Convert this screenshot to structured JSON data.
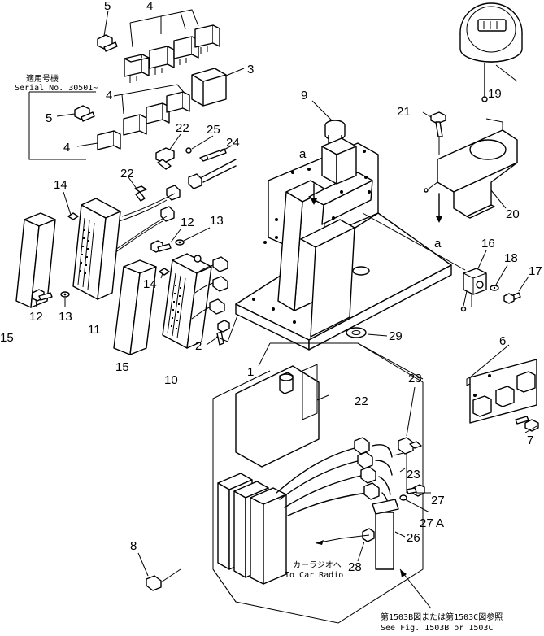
{
  "serial_note": {
    "jp": "適用号機",
    "en": "Serial No. 30501~"
  },
  "radio_note": {
    "jp": "カーラジオへ",
    "en": "To Car Radio"
  },
  "see_note": {
    "jp": "第1503B図または第1503C図参照",
    "en": "See Fig. 1503B or 1503C"
  },
  "letters": {
    "a_top": "a",
    "a_bottom": "a"
  },
  "callouts": {
    "p1": "1",
    "p2": "2",
    "p3": "3",
    "p4a": "4",
    "p4b": "4",
    "p4c": "4",
    "p5a": "5",
    "p5b": "5",
    "p6": "6",
    "p7": "7",
    "p8": "8",
    "p9": "9",
    "p10": "10",
    "p11": "11",
    "p12a": "12",
    "p12b": "12",
    "p13a": "13",
    "p13b": "13",
    "p14a": "14",
    "p14b": "14",
    "p15a": "15",
    "p15b": "15",
    "p16": "16",
    "p17": "17",
    "p18": "18",
    "p19": "19",
    "p20": "20",
    "p21": "21",
    "p22a": "22",
    "p22b": "22",
    "p22c": "22",
    "p23a": "23",
    "p23b": "23",
    "p24": "24",
    "p25": "25",
    "p26": "26",
    "p27": "27",
    "p27a": "27 A",
    "p28": "28",
    "p29": "29"
  }
}
